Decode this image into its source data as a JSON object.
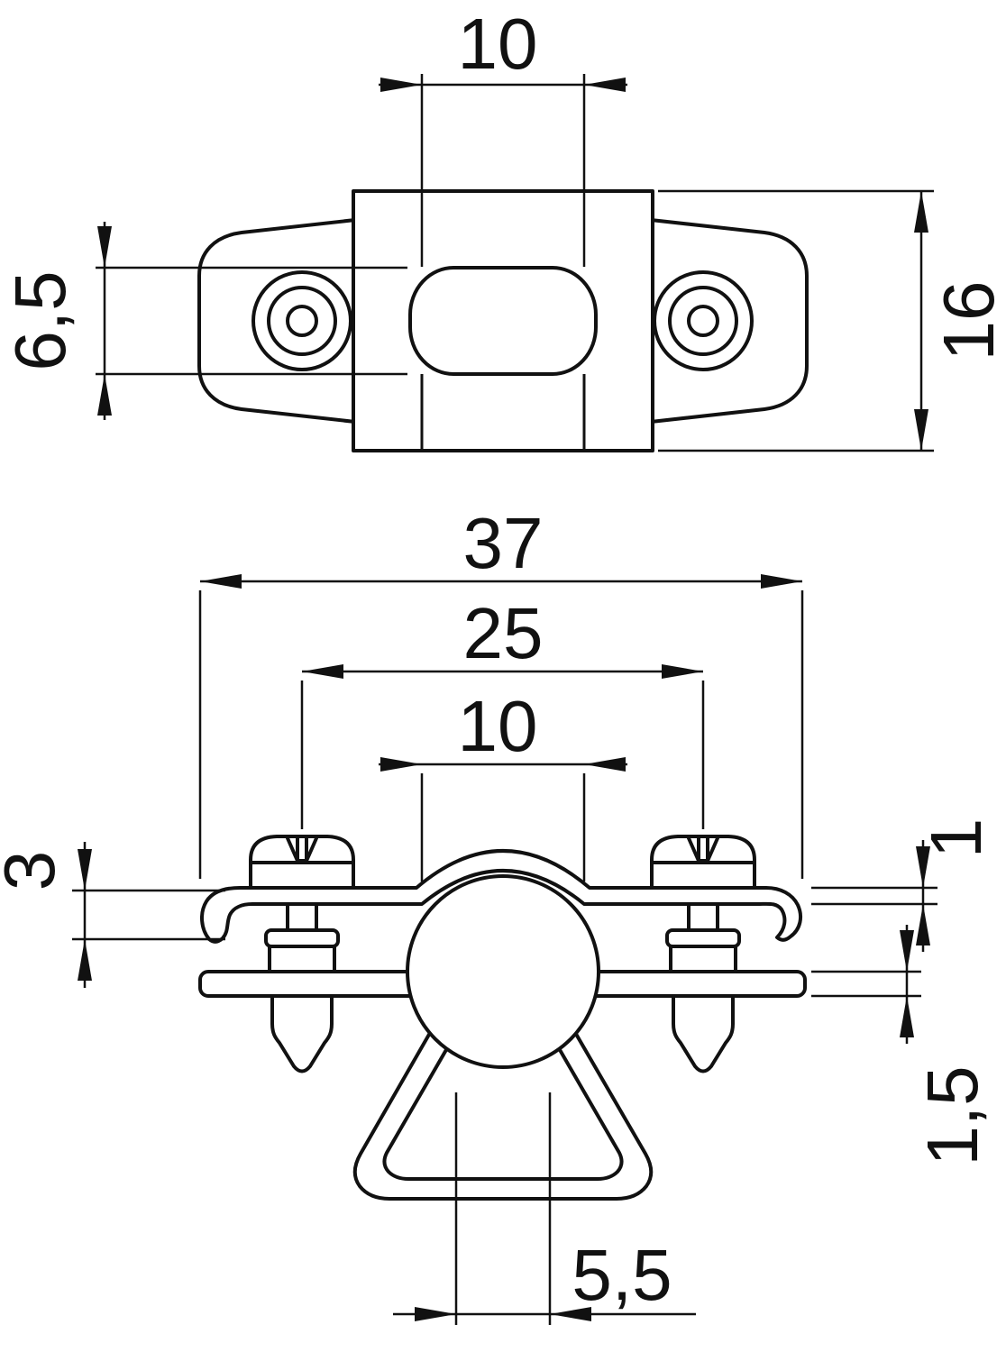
{
  "drawing": {
    "title": "clamp-technical-drawing",
    "colors": {
      "line": "#111111",
      "background": "#ffffff"
    },
    "top_view": {
      "slot_width_label": "10",
      "slot_height_label": "6,5",
      "body_height_label": "16"
    },
    "front_view": {
      "total_width_label": "37",
      "hole_spacing_label": "25",
      "arch_width_label": "10",
      "end_height_label": "3",
      "strap_thickness_label": "1",
      "plate_thickness_label": "1,5",
      "opening_width_label": "5,5"
    }
  }
}
